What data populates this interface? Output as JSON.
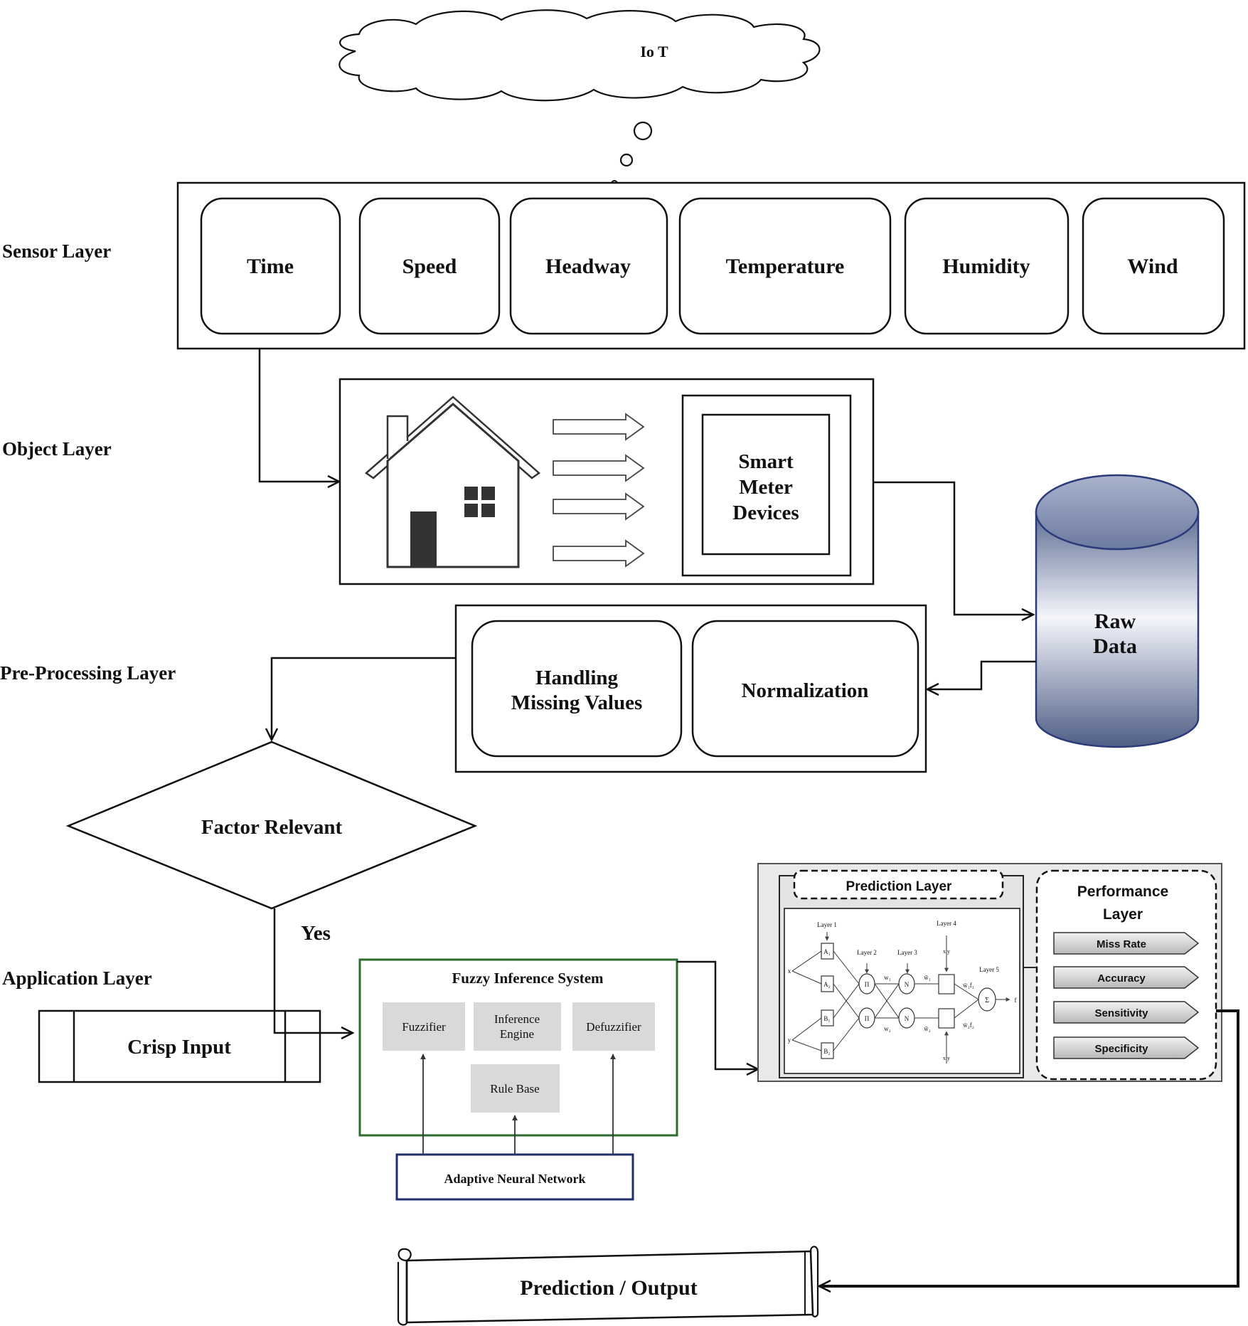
{
  "cloud": {
    "label": "Io T"
  },
  "layers": {
    "sensor": "Sensor Layer",
    "object": "Object Layer",
    "preprocessing": "Pre-Processing Layer",
    "application": "Application Layer"
  },
  "sensors": [
    "Time",
    "Speed",
    "Headway",
    "Temperature",
    "Humidity",
    "Wind"
  ],
  "smart_meter": {
    "line1": "Smart",
    "line2": "Meter",
    "line3": "Devices"
  },
  "raw_data": {
    "line1": "Raw",
    "line2": "Data"
  },
  "preprocessing": {
    "handling_line1": "Handling",
    "handling_line2": "Missing Values",
    "normalization": "Normalization"
  },
  "decision": {
    "label": "Factor Relevant",
    "yes": "Yes"
  },
  "crisp_input": "Crisp Input",
  "fis": {
    "title": "Fuzzy Inference System",
    "fuzzifier": "Fuzzifier",
    "engine_line1": "Inference",
    "engine_line2": "Engine",
    "defuzzifier": "Defuzzifier",
    "rule_base": "Rule Base"
  },
  "ann": "Adaptive Neural Network",
  "prediction_layer": "Prediction Layer",
  "performance": {
    "title_line1": "Performance",
    "title_line2": "Layer",
    "metrics": [
      "Miss Rate",
      "Accuracy",
      "Sensitivity",
      "Specificity"
    ]
  },
  "anfis": {
    "layers": [
      "Layer 1",
      "Layer 2",
      "Layer 3",
      "Layer 4",
      "Layer 5"
    ],
    "nodes": {
      "A1": "A₁",
      "A2": "A₂",
      "B1": "B₁",
      "B2": "B₂",
      "pi": "Π",
      "n": "N",
      "sum": "Σ",
      "w1": "w₁",
      "w2": "w₂",
      "wb1": "w̄₁",
      "wb2": "w̄₂",
      "wf1": "w̄₁f₁",
      "wf2": "w̄₂f₂",
      "x": "x",
      "y": "y",
      "xy": "x y",
      "f": "f"
    }
  },
  "output": "Prediction / Output"
}
